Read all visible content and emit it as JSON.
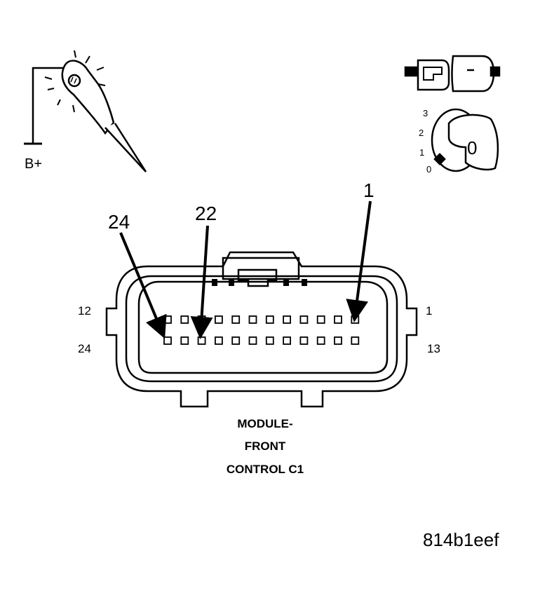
{
  "test_light": {
    "supply_label": "B+"
  },
  "ignition": {
    "positions": [
      "3",
      "2",
      "1",
      "0"
    ],
    "key_glyph": "0"
  },
  "connector": {
    "callouts": [
      "24",
      "22",
      "1"
    ],
    "row1_left": "12",
    "row1_right": "1",
    "row2_left": "24",
    "row2_right": "13",
    "pins_per_row": 12,
    "caption_lines": [
      "MODULE-",
      "FRONT",
      "CONTROL C1"
    ]
  },
  "figure_code": "814b1eef"
}
